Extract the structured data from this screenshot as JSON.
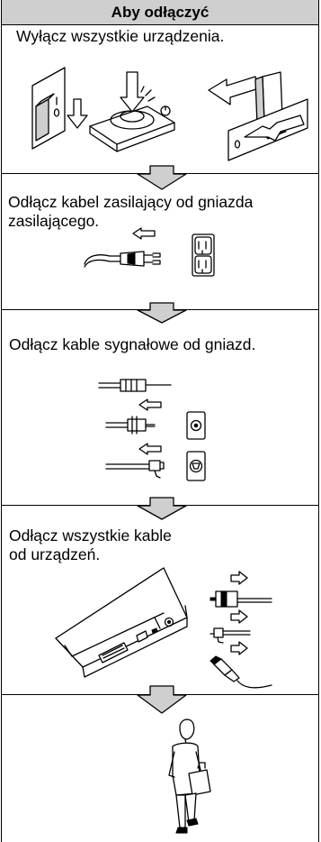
{
  "header": {
    "title": "Aby odłączyć"
  },
  "steps": [
    {
      "text": "Wyłącz wszystkie urządzenia."
    },
    {
      "text": "Odłącz kabel zasilający od gniazda zasilającego."
    },
    {
      "text": "Odłącz kable sygnałowe od gniazd."
    },
    {
      "text": "Odłącz wszystkie kable\nod urządzeń."
    }
  ],
  "icons": [
    "power-switch-icon",
    "device-power-button-icon",
    "slide-switch-icon",
    "power-cable-icon",
    "wall-outlet-icon",
    "signal-cable-icon",
    "signal-outlet-icon",
    "laptop-ports-icon",
    "walking-person-icon",
    "down-arrow-icon",
    "left-arrow-icon",
    "right-arrow-icon"
  ]
}
